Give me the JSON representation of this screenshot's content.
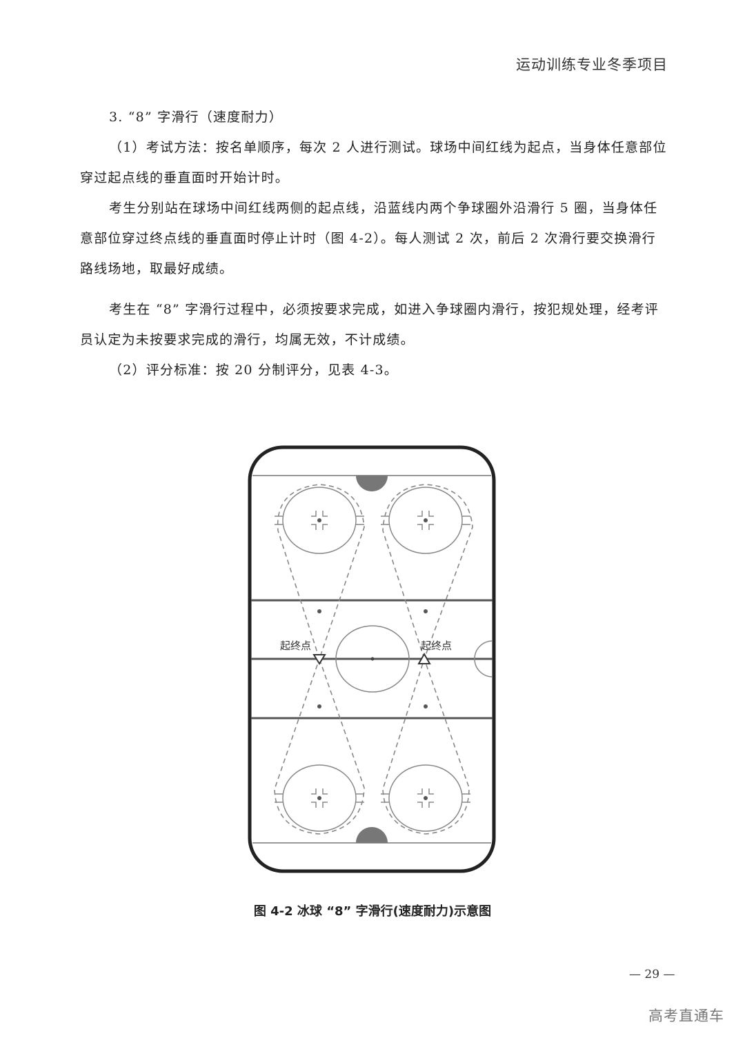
{
  "header": {
    "running_title": "运动训练专业冬季项目"
  },
  "section": {
    "title": "3. “8” 字滑行（速度耐力）",
    "paragraphs": [
      "（1）考试方法：按名单顺序，每次 2 人进行测试。球场中间红线为起点，当身体任意部位穿过起点线的垂直面时开始计时。",
      "考生分别站在球场中间红线两侧的起点线，沿蓝线内两个争球圈外沿滑行 5 圈，当身体任意部位穿过终点线的垂直面时停止计时（图 4-2）。每人测试 2 次，前后 2 次滑行要交换滑行路线场地，取最好成绩。",
      "考生在 “8” 字滑行过程中，必须按要求完成，如进入争球圈内滑行，按犯规处理，经考评员认定为未按要求完成的滑行，均属无效，不计成绩。",
      "（2）评分标准：按 20 分制评分，见表 4-3。"
    ]
  },
  "figure": {
    "labels": {
      "left_marker": "起终点",
      "right_marker": "起终点"
    },
    "caption": "图 4-2 冰球 “8” 字滑行(速度耐力)示意图"
  },
  "footer": {
    "page_number": "— 29 —",
    "watermark": "高考直通车"
  }
}
